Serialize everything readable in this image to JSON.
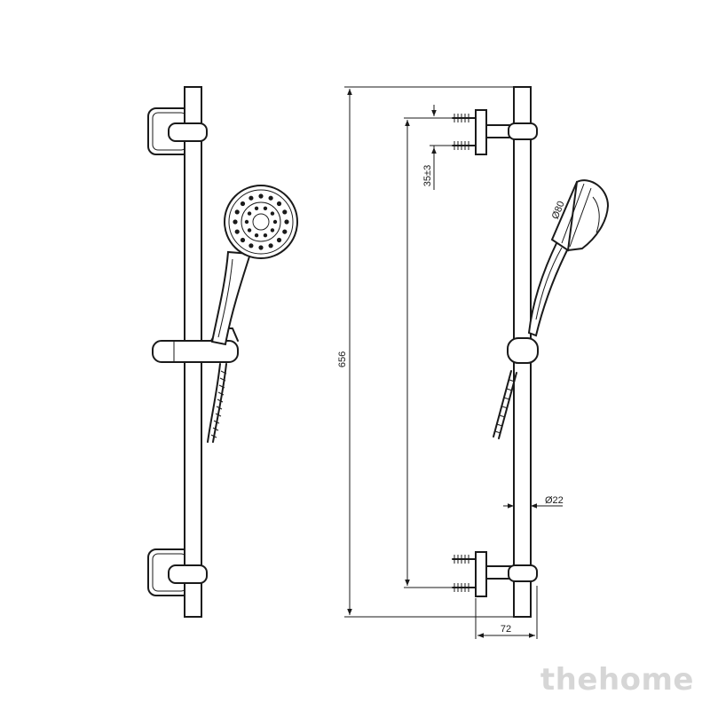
{
  "dimensions": {
    "total_height": "656",
    "screw_spacing": "35±3",
    "head_diameter": "Ø80",
    "rail_diameter": "Ø22",
    "depth": "72"
  },
  "watermark": "thehome"
}
